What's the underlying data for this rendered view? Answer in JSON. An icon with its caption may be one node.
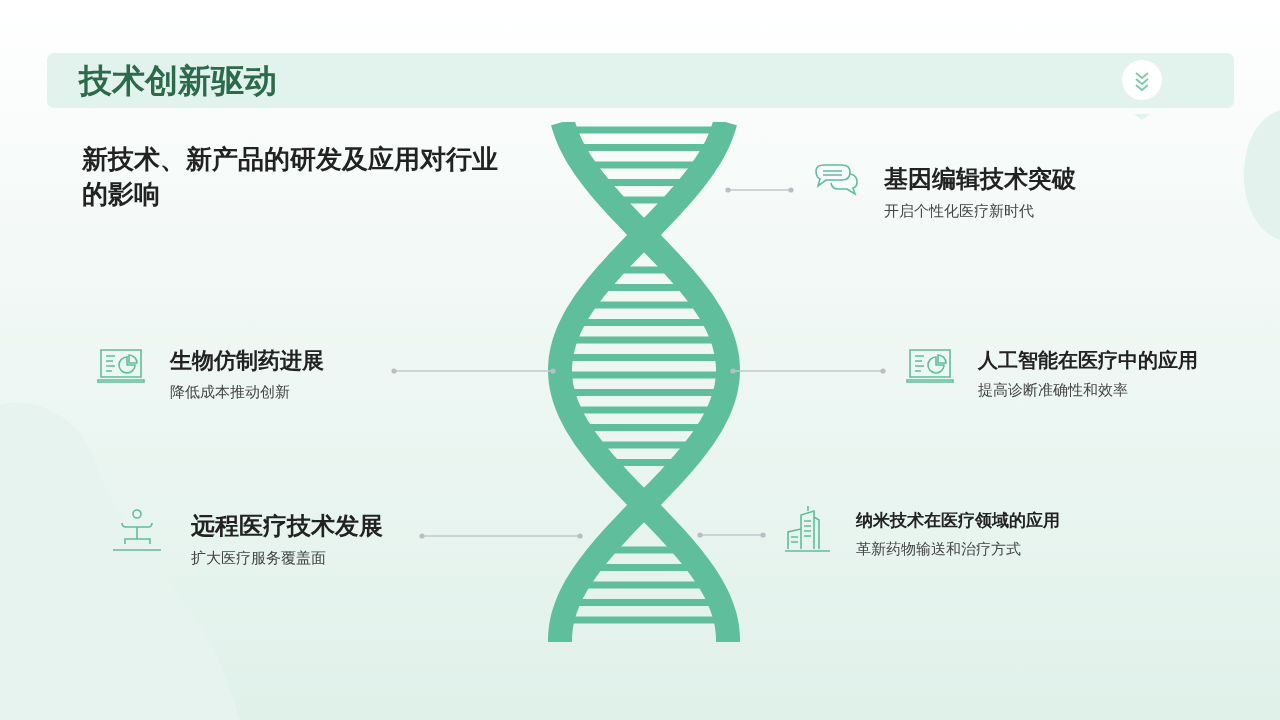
{
  "diagram": {
    "title": "技术创新驱动",
    "nodes": [
      {
        "text": [],
        "shape": "picture"
      },
      {
        "text": [
          "基因编辑技术突破",
          "开启个性化医疗新时代"
        ]
      },
      {
        "text": [
          "生物仿制药进展",
          "降低成本推动创新"
        ]
      },
      {
        "text": [
          "人工智能在医疗中的应用",
          "提高诊断准确性和效率"
        ]
      },
      {
        "text": [
          "远程医疗技术发展",
          "扩大医疗服务覆盖面"
        ]
      },
      {
        "text": [
          "纳米技术在医疗领域的应用",
          "革新药物输送和治疗方式"
        ]
      }
    ],
    "edges": [
      {
        "from": 0,
        "to": 1,
        "arrow": "other"
      },
      {
        "from": 2,
        "to": 0,
        "arrow": "other"
      },
      {
        "from": 0,
        "to": 3,
        "arrow": "other"
      },
      {
        "from": 4,
        "to": 0,
        "arrow": "other"
      },
      {
        "from": 0,
        "to": 5,
        "arrow": "other"
      }
    ],
    "labels": [
      "新技术、新产品的研发及应用对行业的影响"
    ]
  }
}
